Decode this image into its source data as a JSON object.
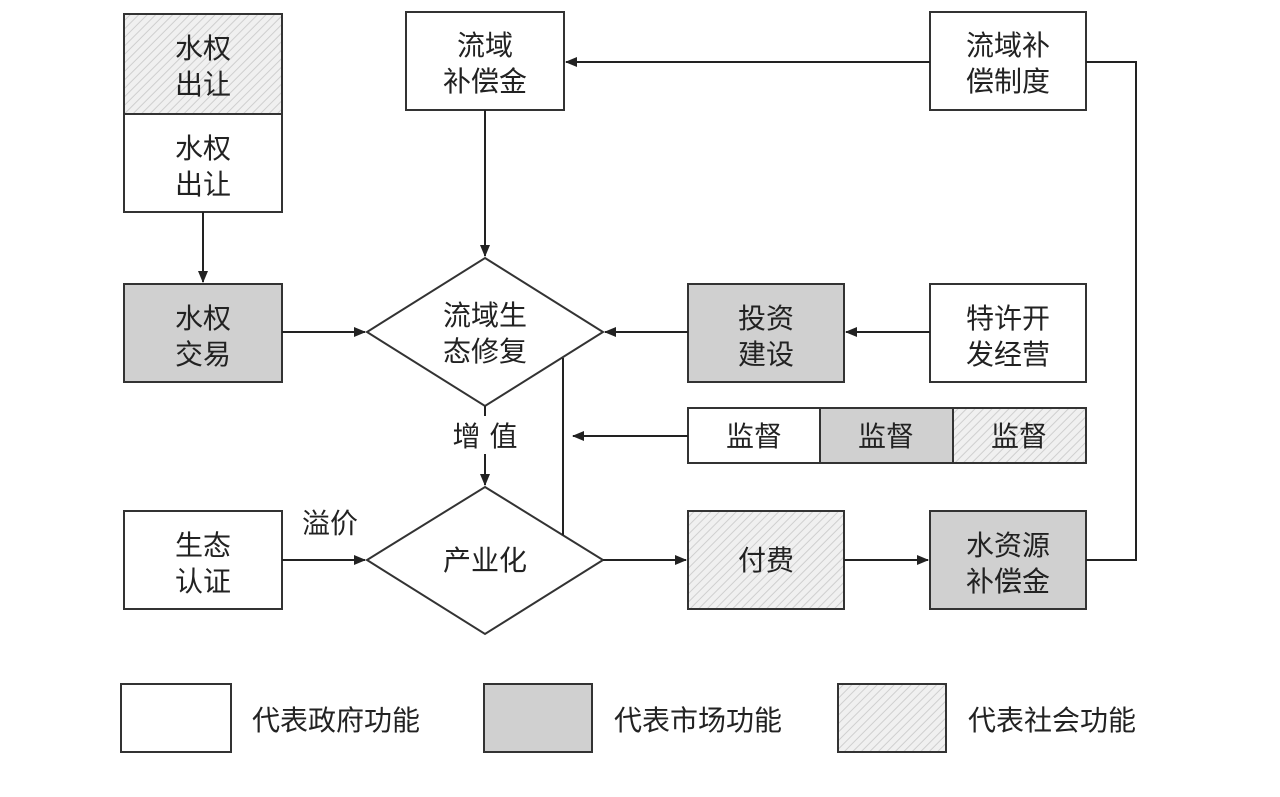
{
  "nodes": {
    "water_rights_transfer_social": [
      "水权",
      "出让"
    ],
    "water_rights_transfer_gov": [
      "水权",
      "出让"
    ],
    "basin_compensation_fund": [
      "流域",
      "补偿金"
    ],
    "basin_compensation_system": [
      "流域补",
      "偿制度"
    ],
    "water_rights_trading": [
      "水权",
      "交易"
    ],
    "basin_eco_restoration": [
      "流域生",
      "态修复"
    ],
    "investment_construction": [
      "投资",
      "建设"
    ],
    "franchise_operation": [
      "特许开",
      "发经营"
    ],
    "supervision_gov": "监督",
    "supervision_market": "监督",
    "supervision_social": "监督",
    "eco_certification": [
      "生态",
      "认证"
    ],
    "industrialization": "产业化",
    "payment": "付费",
    "water_source_compensation": [
      "水资源",
      "补偿金"
    ]
  },
  "edge_labels": {
    "value_added": "增 值",
    "premium": "溢价"
  },
  "legend": {
    "government": "代表政府功能",
    "market": "代表市场功能",
    "social": "代表社会功能"
  },
  "colors": {
    "government_fill": "#ffffff",
    "market_fill": "#d0d0d0",
    "social_fill": "#ececec",
    "stroke": "#333333"
  }
}
